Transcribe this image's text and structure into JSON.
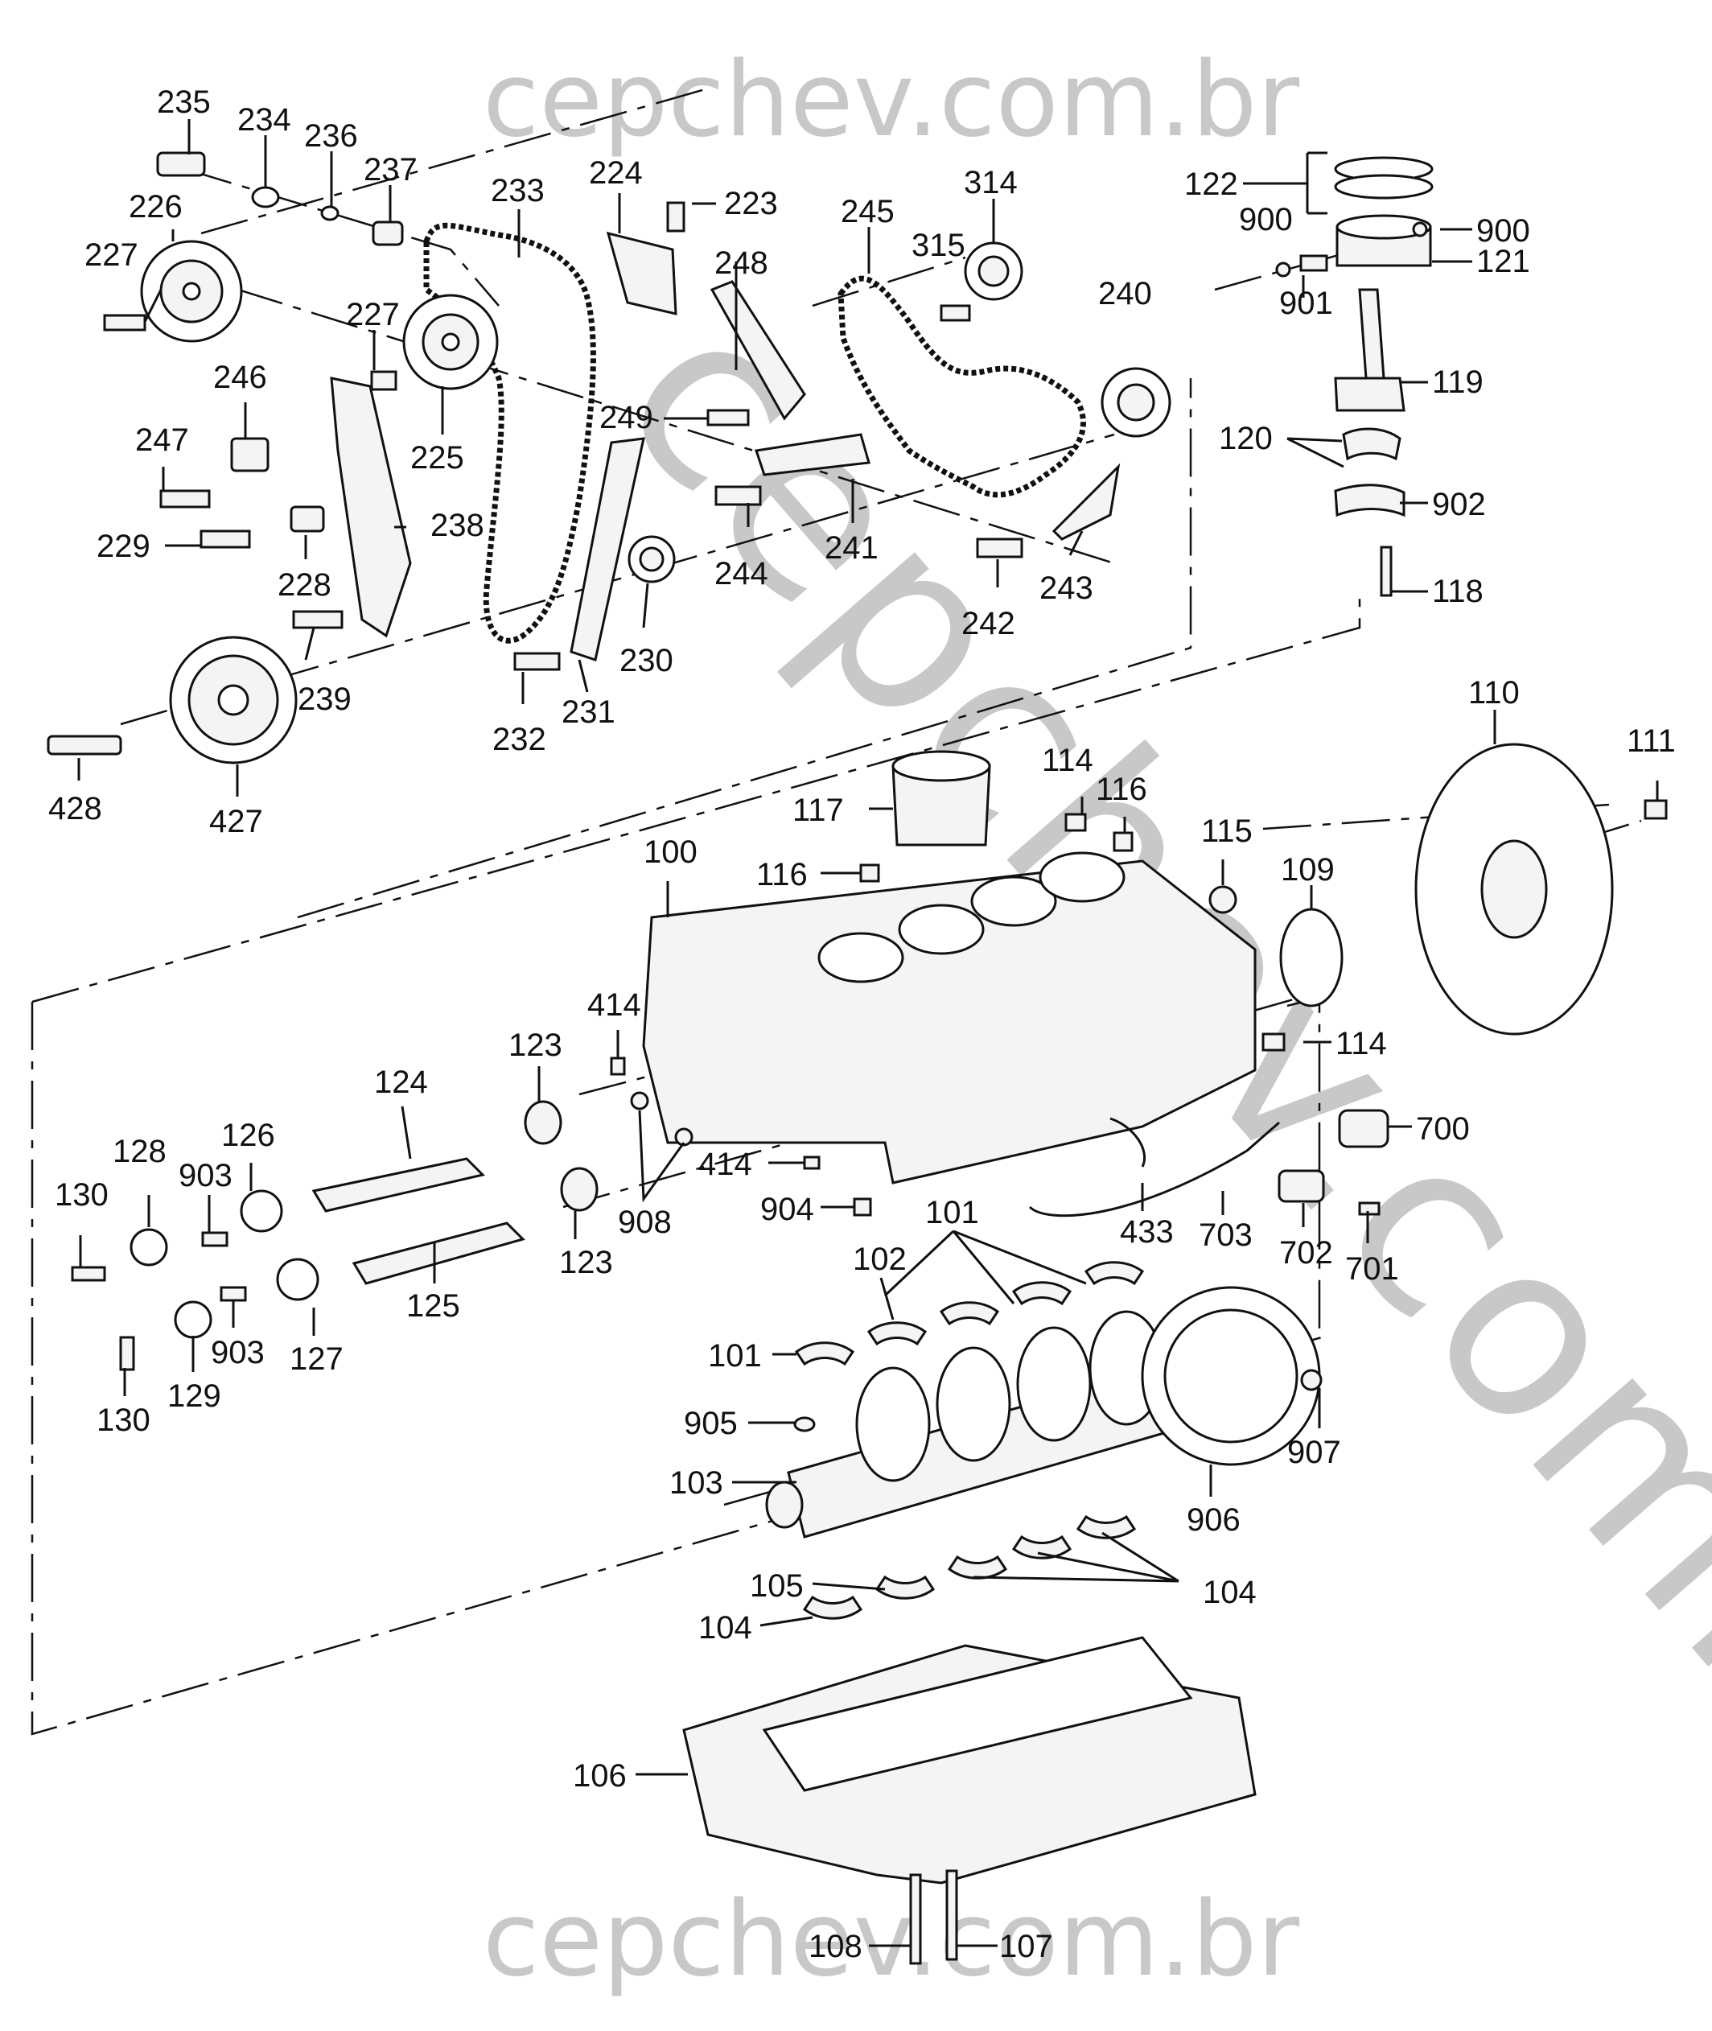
{
  "watermarks": {
    "top": "cepchev.com.br",
    "bottom": "cepchev.com.br",
    "diagonal": "cepchev.com.br"
  },
  "labels": [
    {
      "id": "l-235",
      "text": "235"
    },
    {
      "id": "l-234",
      "text": "234"
    },
    {
      "id": "l-236",
      "text": "236"
    },
    {
      "id": "l-237",
      "text": "237"
    },
    {
      "id": "l-233",
      "text": "233"
    },
    {
      "id": "l-224",
      "text": "224"
    },
    {
      "id": "l-223",
      "text": "223"
    },
    {
      "id": "l-245",
      "text": "245"
    },
    {
      "id": "l-314",
      "text": "314"
    },
    {
      "id": "l-122",
      "text": "122"
    },
    {
      "id": "l-900a",
      "text": "900"
    },
    {
      "id": "l-900b",
      "text": "900"
    },
    {
      "id": "l-226",
      "text": "226"
    },
    {
      "id": "l-227a",
      "text": "227"
    },
    {
      "id": "l-248",
      "text": "248"
    },
    {
      "id": "l-315",
      "text": "315"
    },
    {
      "id": "l-240",
      "text": "240"
    },
    {
      "id": "l-121",
      "text": "121"
    },
    {
      "id": "l-227b",
      "text": "227"
    },
    {
      "id": "l-901",
      "text": "901"
    },
    {
      "id": "l-246",
      "text": "246"
    },
    {
      "id": "l-119",
      "text": "119"
    },
    {
      "id": "l-225",
      "text": "225"
    },
    {
      "id": "l-249",
      "text": "249"
    },
    {
      "id": "l-247",
      "text": "247"
    },
    {
      "id": "l-120",
      "text": "120"
    },
    {
      "id": "l-902",
      "text": "902"
    },
    {
      "id": "l-238",
      "text": "238"
    },
    {
      "id": "l-229",
      "text": "229"
    },
    {
      "id": "l-244",
      "text": "244"
    },
    {
      "id": "l-241",
      "text": "241"
    },
    {
      "id": "l-228",
      "text": "228"
    },
    {
      "id": "l-243",
      "text": "243"
    },
    {
      "id": "l-118",
      "text": "118"
    },
    {
      "id": "l-242",
      "text": "242"
    },
    {
      "id": "l-230",
      "text": "230"
    },
    {
      "id": "l-239",
      "text": "239"
    },
    {
      "id": "l-231",
      "text": "231"
    },
    {
      "id": "l-232",
      "text": "232"
    },
    {
      "id": "l-110",
      "text": "110"
    },
    {
      "id": "l-111",
      "text": "111"
    },
    {
      "id": "l-428",
      "text": "428"
    },
    {
      "id": "l-427",
      "text": "427"
    },
    {
      "id": "l-114a",
      "text": "114"
    },
    {
      "id": "l-117",
      "text": "117"
    },
    {
      "id": "l-116a",
      "text": "116"
    },
    {
      "id": "l-115",
      "text": "115"
    },
    {
      "id": "l-109",
      "text": "109"
    },
    {
      "id": "l-100",
      "text": "100"
    },
    {
      "id": "l-116b",
      "text": "116"
    },
    {
      "id": "l-414a",
      "text": "414"
    },
    {
      "id": "l-114b",
      "text": "114"
    },
    {
      "id": "l-123a",
      "text": "123"
    },
    {
      "id": "l-124",
      "text": "124"
    },
    {
      "id": "l-128",
      "text": "128"
    },
    {
      "id": "l-126",
      "text": "126"
    },
    {
      "id": "l-700",
      "text": "700"
    },
    {
      "id": "l-414b",
      "text": "414"
    },
    {
      "id": "l-130a",
      "text": "130"
    },
    {
      "id": "l-903a",
      "text": "903"
    },
    {
      "id": "l-908",
      "text": "908"
    },
    {
      "id": "l-904",
      "text": "904"
    },
    {
      "id": "l-101a",
      "text": "101"
    },
    {
      "id": "l-433",
      "text": "433"
    },
    {
      "id": "l-703",
      "text": "703"
    },
    {
      "id": "l-123b",
      "text": "123"
    },
    {
      "id": "l-102",
      "text": "102"
    },
    {
      "id": "l-702",
      "text": "702"
    },
    {
      "id": "l-701",
      "text": "701"
    },
    {
      "id": "l-125",
      "text": "125"
    },
    {
      "id": "l-903b",
      "text": "903"
    },
    {
      "id": "l-127",
      "text": "127"
    },
    {
      "id": "l-101b",
      "text": "101"
    },
    {
      "id": "l-129",
      "text": "129"
    },
    {
      "id": "l-130b",
      "text": "130"
    },
    {
      "id": "l-905",
      "text": "905"
    },
    {
      "id": "l-907",
      "text": "907"
    },
    {
      "id": "l-103",
      "text": "103"
    },
    {
      "id": "l-906",
      "text": "906"
    },
    {
      "id": "l-105",
      "text": "105"
    },
    {
      "id": "l-104a",
      "text": "104"
    },
    {
      "id": "l-104b",
      "text": "104"
    },
    {
      "id": "l-106",
      "text": "106"
    },
    {
      "id": "l-108",
      "text": "108"
    },
    {
      "id": "l-107",
      "text": "107"
    }
  ]
}
